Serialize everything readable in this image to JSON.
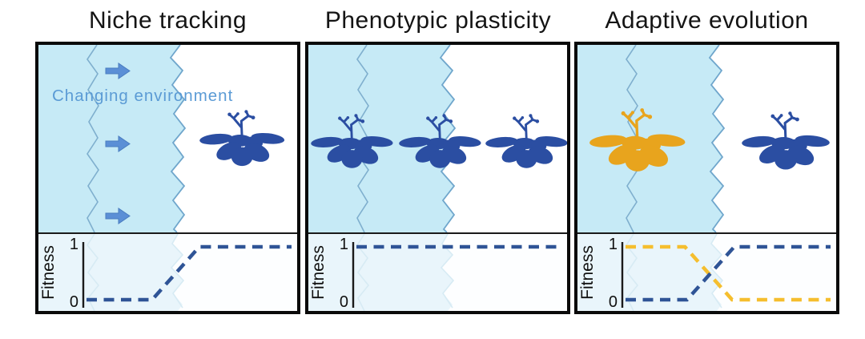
{
  "panels": [
    {
      "title": "Niche tracking",
      "environment_label": "Changing environment",
      "arrow_count": 3,
      "plant_glyphs": [
        "blue"
      ]
    },
    {
      "title": "Phenotypic plasticity",
      "plant_glyphs": [
        "blue",
        "blue",
        "blue"
      ]
    },
    {
      "title": "Adaptive evolution",
      "plant_glyphs": [
        "gold",
        "blue"
      ]
    }
  ],
  "fitness_axis": {
    "label": "Fitness",
    "top_tick": "1",
    "bottom_tick": "0"
  },
  "colors": {
    "env_fill": "#c6eaf6",
    "env_edge": "#6fa6cc",
    "env_inner_line": "#7fafce",
    "env_ghost_fill": "#e9f5fb",
    "env_ghost_line": "#d7ebf4",
    "arrow": "#5b8fd6",
    "arrow_edge": "#4a7dc0",
    "env_text": "#5b9bd5",
    "plant_blue": "#2b4ea2",
    "plant_gold": "#e8a41d",
    "fitness_blue": "#2f5496",
    "fitness_gold": "#f5be2e",
    "panel_border": "#0a0a0a"
  },
  "chart_data": [
    {
      "type": "line",
      "title": "Niche tracking",
      "xlabel": "",
      "ylabel": "Fitness",
      "ylim": [
        0,
        1
      ],
      "yticks": [
        "0",
        "1"
      ],
      "grid": false,
      "legend": "none",
      "series": [
        {
          "name": "blue-dashed",
          "color": "#2f5496",
          "style": "dashed",
          "x": [
            0,
            0.32,
            0.55,
            1
          ],
          "y": [
            0,
            0,
            1,
            1
          ]
        }
      ]
    },
    {
      "type": "line",
      "title": "Phenotypic plasticity",
      "xlabel": "",
      "ylabel": "Fitness",
      "ylim": [
        0,
        1
      ],
      "yticks": [
        "0",
        "1"
      ],
      "grid": false,
      "legend": "none",
      "series": [
        {
          "name": "blue-dashed",
          "color": "#2f5496",
          "style": "dashed",
          "x": [
            0,
            1
          ],
          "y": [
            1,
            1
          ]
        }
      ]
    },
    {
      "type": "line",
      "title": "Adaptive evolution",
      "xlabel": "",
      "ylabel": "Fitness",
      "ylim": [
        0,
        1
      ],
      "yticks": [
        "0",
        "1"
      ],
      "grid": false,
      "legend": "none",
      "series": [
        {
          "name": "gold-dashed",
          "color": "#f5be2e",
          "style": "dashed",
          "x": [
            0,
            0.29,
            0.52,
            1
          ],
          "y": [
            1,
            1,
            0,
            0
          ]
        },
        {
          "name": "blue-dashed",
          "color": "#2f5496",
          "style": "dashed",
          "x": [
            0,
            0.3,
            0.53,
            1
          ],
          "y": [
            0,
            0,
            1,
            1
          ]
        }
      ]
    }
  ]
}
